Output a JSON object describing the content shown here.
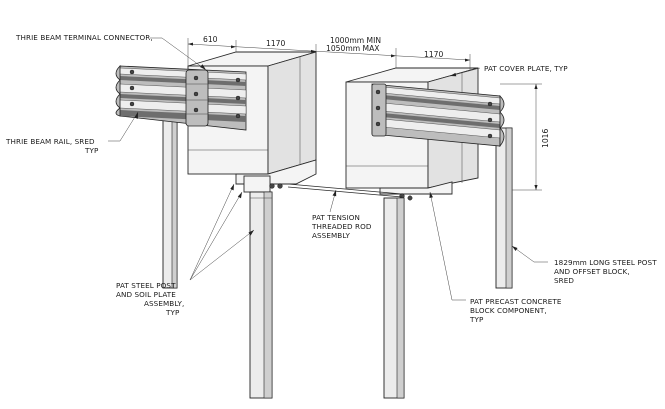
{
  "labels": {
    "thrie_connector": "THRIE BEAM TERMINAL CONNECTOR,",
    "thrie_rail_1": "THRIE BEAM RAIL, SRED",
    "thrie_rail_2": "TYP",
    "cover_plate": "PAT COVER PLATE, TYP",
    "tension_1": "PAT TENSION",
    "tension_2": "THREADED ROD",
    "tension_3": "ASSEMBLY",
    "steel_post_1": "PAT STEEL POST",
    "steel_post_2": "AND SOIL PLATE",
    "steel_post_3": "ASSEMBLY,",
    "steel_post_4": "TYP",
    "precast_1": "PAT PRECAST CONCRETE",
    "precast_2": "BLOCK COMPONENT,",
    "precast_3": "TYP",
    "long_post_1": "1829mm LONG STEEL POST",
    "long_post_2": "AND OFFSET BLOCK,",
    "long_post_3": "SRED"
  },
  "dimensions": {
    "d610": "610",
    "d1170_left": "1170",
    "gap_min": "1000mm MIN",
    "gap_max": "1050mm MAX",
    "d1170_right": "1170",
    "height": "1016"
  }
}
